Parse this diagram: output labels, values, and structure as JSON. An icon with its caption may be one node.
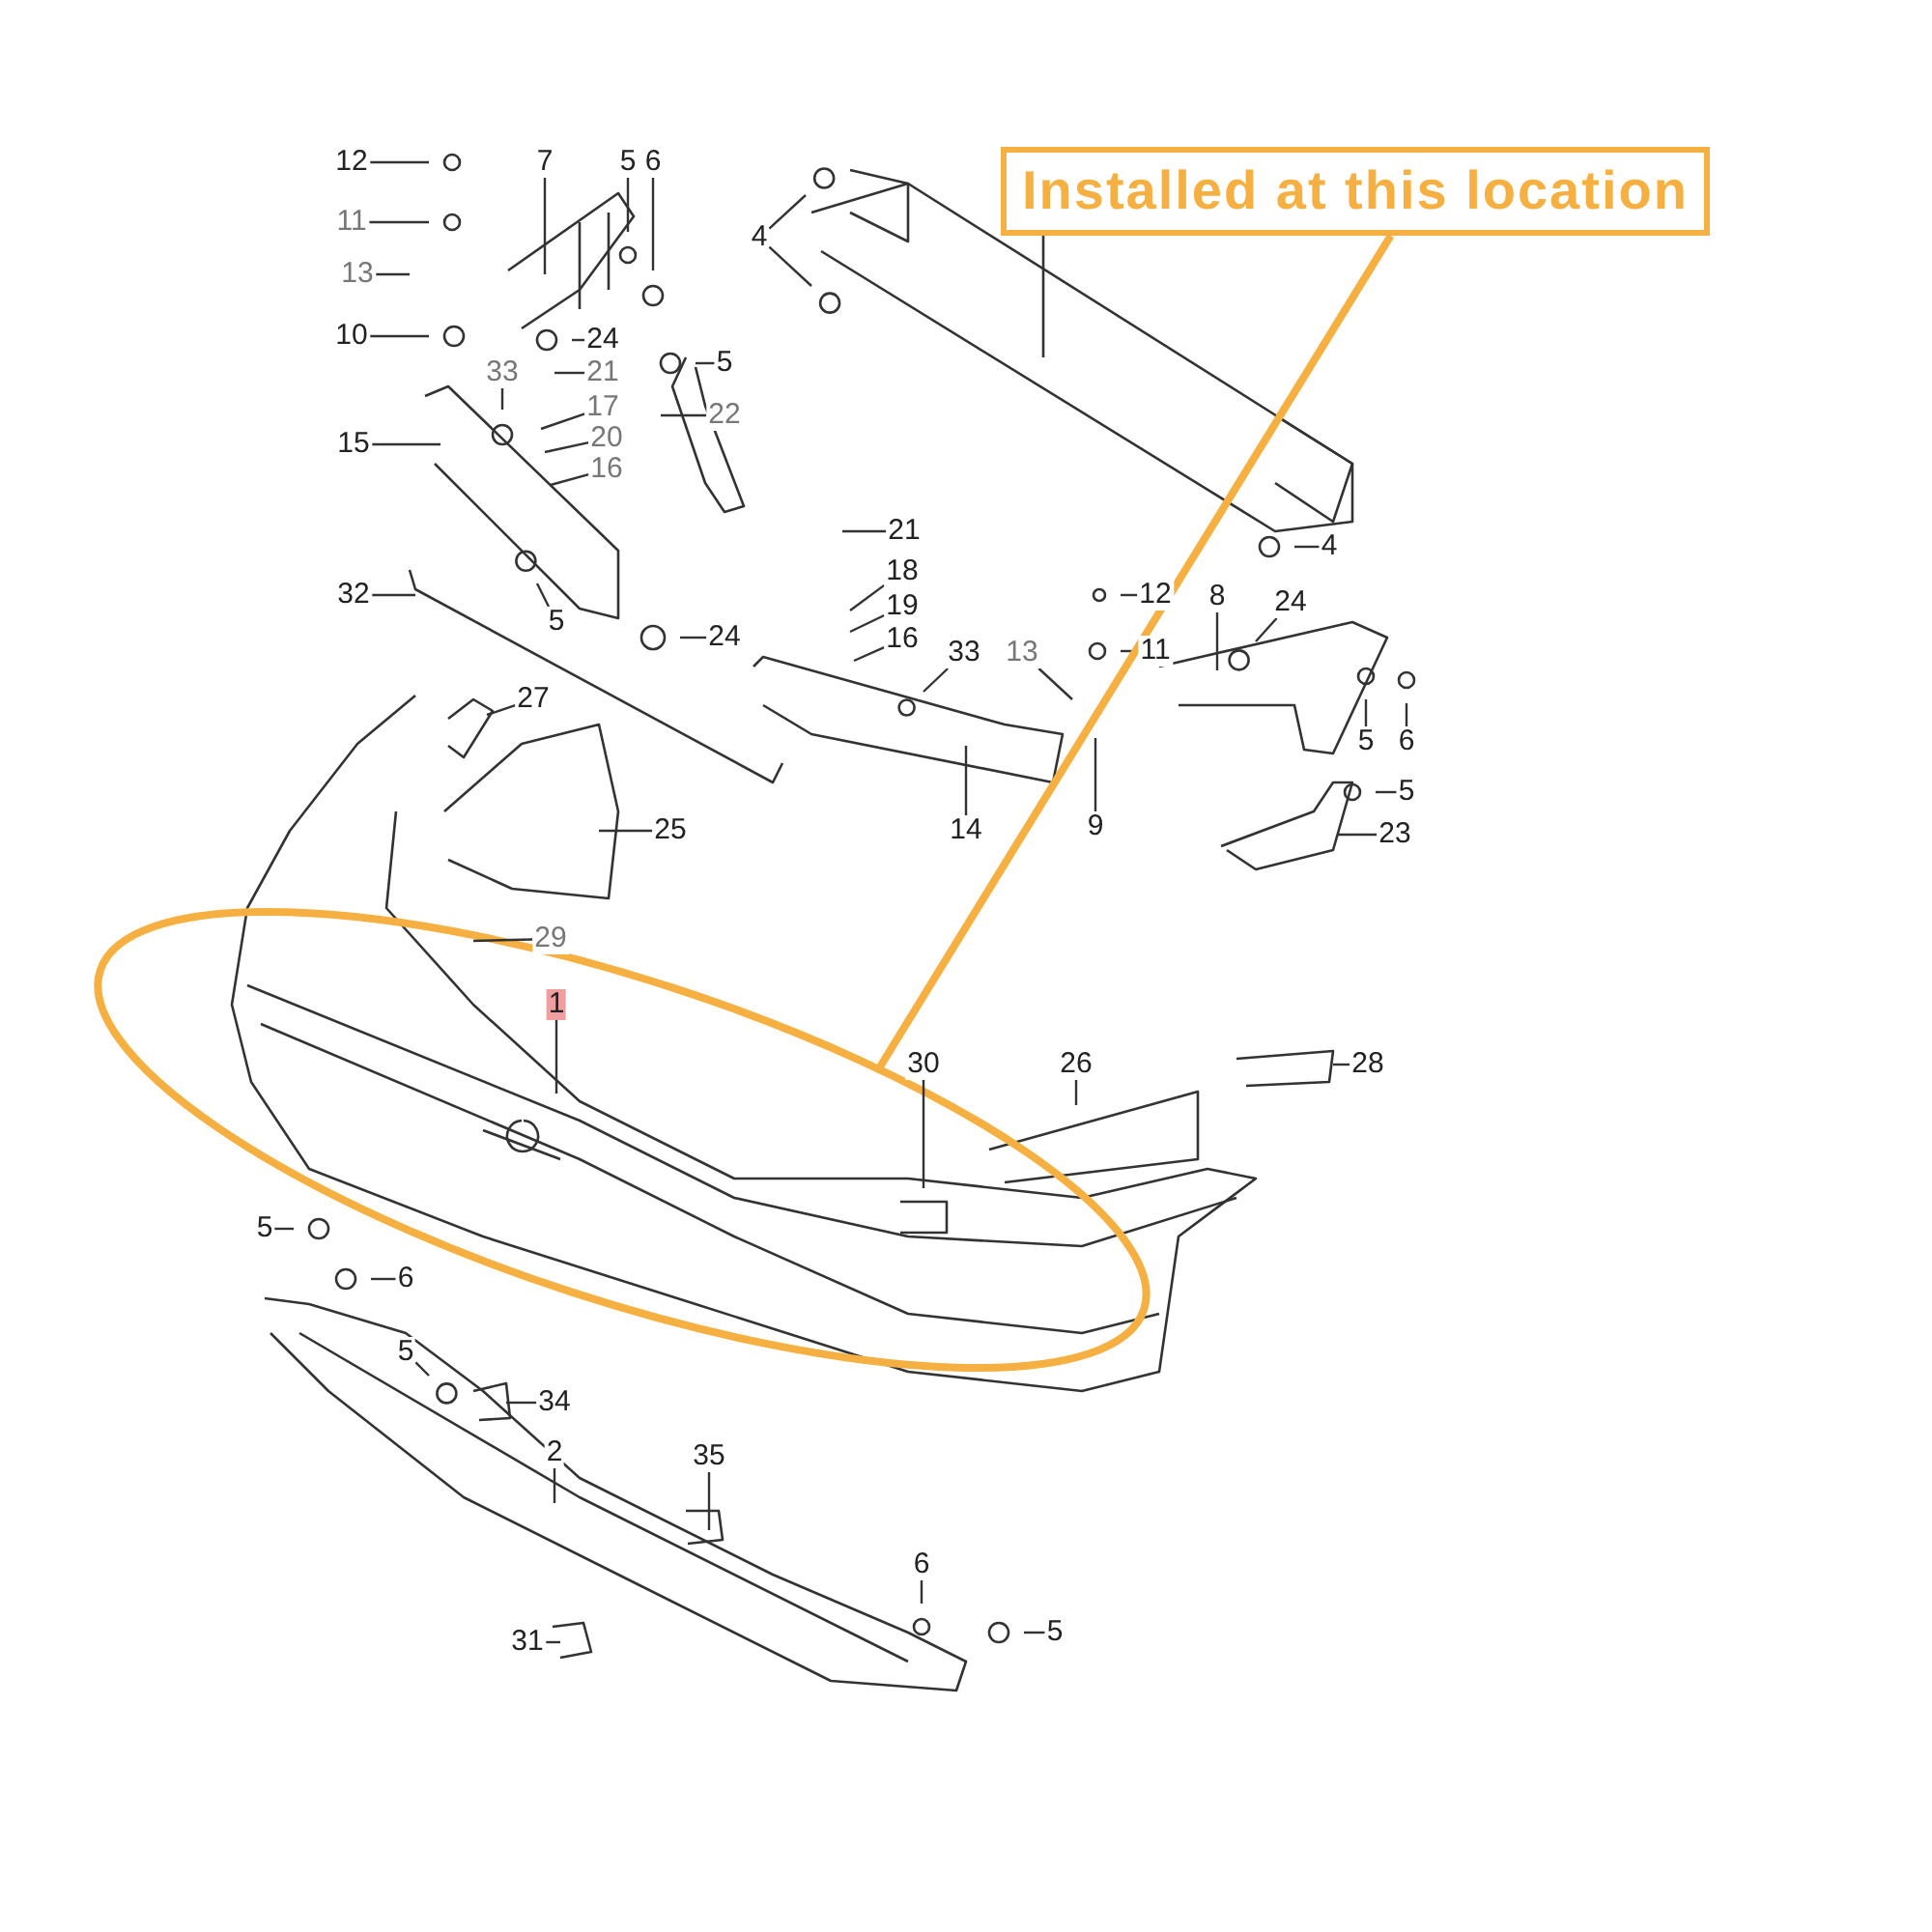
{
  "diagram": {
    "nodes": [
      {
        "text": [
          "12"
        ]
      },
      {
        "text": [
          "11"
        ]
      },
      {
        "text": [
          "13"
        ]
      },
      {
        "text": [
          "10"
        ]
      },
      {
        "text": [
          "7"
        ]
      },
      {
        "text": [
          "5"
        ]
      },
      {
        "text": [
          "6"
        ]
      },
      {
        "text": [
          "4"
        ]
      },
      {
        "text": [
          "24"
        ]
      },
      {
        "text": [
          "33"
        ]
      },
      {
        "text": [
          "21"
        ]
      },
      {
        "text": [
          "17"
        ]
      },
      {
        "text": [
          "20"
        ]
      },
      {
        "text": [
          "16"
        ]
      },
      {
        "text": [
          "15"
        ]
      },
      {
        "text": [
          "5"
        ]
      },
      {
        "text": [
          "22"
        ]
      },
      {
        "text": [
          "32"
        ]
      },
      {
        "text": [
          "5"
        ]
      },
      {
        "text": [
          "24"
        ]
      },
      {
        "text": [
          "27"
        ]
      },
      {
        "text": [
          "25"
        ]
      },
      {
        "text": [
          "21"
        ]
      },
      {
        "text": [
          "18"
        ]
      },
      {
        "text": [
          "19"
        ]
      },
      {
        "text": [
          "16"
        ]
      },
      {
        "text": [
          "33"
        ]
      },
      {
        "text": [
          "13"
        ]
      },
      {
        "text": [
          "12"
        ]
      },
      {
        "text": [
          "11"
        ]
      },
      {
        "text": [
          "8"
        ]
      },
      {
        "text": [
          "24"
        ]
      },
      {
        "text": [
          "5"
        ]
      },
      {
        "text": [
          "6"
        ]
      },
      {
        "text": [
          "5"
        ]
      },
      {
        "text": [
          "23"
        ]
      },
      {
        "text": [
          "4"
        ]
      },
      {
        "text": [
          "14"
        ]
      },
      {
        "text": [
          "9"
        ]
      },
      {
        "text": [
          "29"
        ]
      },
      {
        "text": [
          "1"
        ]
      },
      {
        "text": [
          "30"
        ]
      },
      {
        "text": [
          "26"
        ]
      },
      {
        "text": [
          "28"
        ]
      },
      {
        "text": [
          "5"
        ]
      },
      {
        "text": [
          "6"
        ]
      },
      {
        "text": [
          "5"
        ]
      },
      {
        "text": [
          "34"
        ]
      },
      {
        "text": [
          "2"
        ]
      },
      {
        "text": [
          "35"
        ]
      },
      {
        "text": [
          "31"
        ]
      },
      {
        "text": [
          "6"
        ]
      },
      {
        "text": [
          "5"
        ]
      },
      {
        "text": [
          "Installed at this location"
        ]
      }
    ],
    "edges": [
      {
        "from": 0,
        "to": null,
        "arrow": "none"
      },
      {
        "from": 1,
        "to": null,
        "arrow": "none"
      },
      {
        "from": 2,
        "to": null,
        "arrow": "none"
      },
      {
        "from": 3,
        "to": null,
        "arrow": "none"
      },
      {
        "from": 4,
        "to": null,
        "arrow": "none"
      },
      {
        "from": 5,
        "to": null,
        "arrow": "none"
      },
      {
        "from": 6,
        "to": null,
        "arrow": "none"
      },
      {
        "from": 7,
        "to": null,
        "arrow": "none"
      },
      {
        "from": 7,
        "to": null,
        "arrow": "none"
      },
      {
        "from": 8,
        "to": null,
        "arrow": "none"
      },
      {
        "from": 9,
        "to": null,
        "arrow": "none"
      },
      {
        "from": 10,
        "to": null,
        "arrow": "none"
      },
      {
        "from": 11,
        "to": null,
        "arrow": "none"
      },
      {
        "from": 12,
        "to": null,
        "arrow": "none"
      },
      {
        "from": 13,
        "to": null,
        "arrow": "none"
      },
      {
        "from": 14,
        "to": null,
        "arrow": "none"
      },
      {
        "from": 15,
        "to": null,
        "arrow": "none"
      },
      {
        "from": 16,
        "to": null,
        "arrow": "none"
      },
      {
        "from": 17,
        "to": null,
        "arrow": "none"
      },
      {
        "from": 18,
        "to": null,
        "arrow": "none"
      },
      {
        "from": 19,
        "to": null,
        "arrow": "none"
      },
      {
        "from": 20,
        "to": null,
        "arrow": "none"
      },
      {
        "from": 21,
        "to": null,
        "arrow": "none"
      },
      {
        "from": 22,
        "to": null,
        "arrow": "none"
      },
      {
        "from": 23,
        "to": null,
        "arrow": "none"
      },
      {
        "from": 24,
        "to": null,
        "arrow": "none"
      },
      {
        "from": 25,
        "to": null,
        "arrow": "none"
      },
      {
        "from": 26,
        "to": null,
        "arrow": "none"
      },
      {
        "from": 27,
        "to": null,
        "arrow": "none"
      },
      {
        "from": 28,
        "to": null,
        "arrow": "none"
      },
      {
        "from": 29,
        "to": null,
        "arrow": "none"
      },
      {
        "from": 30,
        "to": null,
        "arrow": "none"
      },
      {
        "from": 31,
        "to": null,
        "arrow": "none"
      },
      {
        "from": 32,
        "to": null,
        "arrow": "none"
      },
      {
        "from": 33,
        "to": null,
        "arrow": "none"
      },
      {
        "from": 34,
        "to": null,
        "arrow": "none"
      },
      {
        "from": 35,
        "to": null,
        "arrow": "none"
      },
      {
        "from": 36,
        "to": null,
        "arrow": "none"
      },
      {
        "from": 37,
        "to": null,
        "arrow": "none"
      },
      {
        "from": 38,
        "to": null,
        "arrow": "none"
      },
      {
        "from": 39,
        "to": null,
        "arrow": "none"
      },
      {
        "from": 40,
        "to": null,
        "arrow": "none"
      },
      {
        "from": 41,
        "to": null,
        "arrow": "none"
      },
      {
        "from": 42,
        "to": null,
        "arrow": "none"
      },
      {
        "from": 43,
        "to": null,
        "arrow": "none"
      },
      {
        "from": 44,
        "to": null,
        "arrow": "none"
      },
      {
        "from": 45,
        "to": null,
        "arrow": "none"
      },
      {
        "from": 46,
        "to": null,
        "arrow": "none"
      },
      {
        "from": 47,
        "to": null,
        "arrow": "none"
      },
      {
        "from": 48,
        "to": null,
        "arrow": "none"
      },
      {
        "from": 49,
        "to": null,
        "arrow": "none"
      },
      {
        "from": 50,
        "to": null,
        "arrow": "none"
      },
      {
        "from": 51,
        "to": null,
        "arrow": "none"
      },
      {
        "from": 52,
        "to": null,
        "arrow": "none"
      },
      {
        "from": 53,
        "to": null,
        "arrow": "none",
        "style": "thick",
        "color": "#f5b041"
      }
    ]
  }
}
